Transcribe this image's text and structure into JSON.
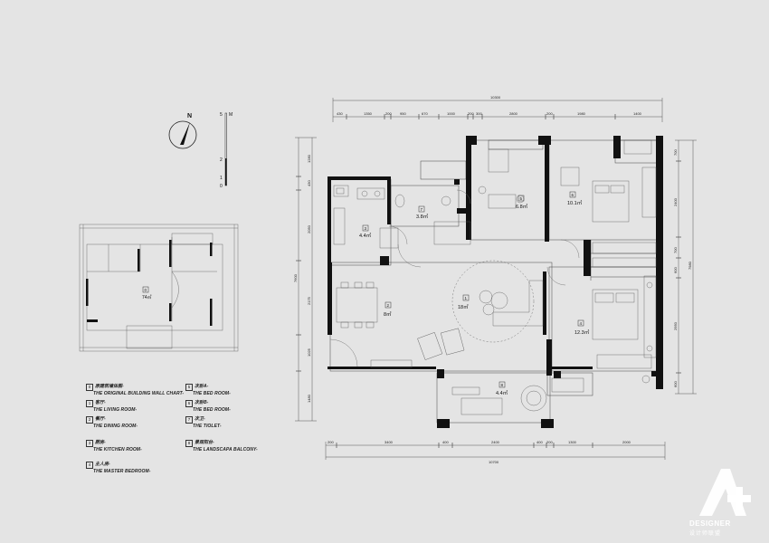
{
  "dimensions": {
    "top_total": "10300",
    "top_segments": [
      "430",
      "1350",
      "200",
      "950",
      "670",
      "1000",
      "200",
      "300",
      "2800",
      "200",
      "1980",
      "1400"
    ],
    "bottom_total": "10700",
    "bottom_segments": [
      "200",
      "3400",
      "400",
      "2400",
      "400",
      "200",
      "1300",
      "2000"
    ],
    "left_total": "7600",
    "left_segments": [
      "1280",
      "430",
      "2050",
      "2175",
      "1025",
      "1480"
    ],
    "right_total": "7980",
    "right_segments": [
      "700",
      "2400",
      "700",
      "600",
      "2950",
      "600"
    ]
  },
  "scale": {
    "labels": [
      "5",
      "2",
      "1",
      "0"
    ],
    "unit": "M"
  },
  "compass": {
    "label": "N"
  },
  "rooms": [
    {
      "num": "1",
      "area": "18㎡"
    },
    {
      "num": "2",
      "area": "8㎡"
    },
    {
      "num": "3",
      "area": "4.4㎡"
    },
    {
      "num": "4",
      "area": "12.3㎡"
    },
    {
      "num": "5",
      "area": "6.8㎡"
    },
    {
      "num": "6",
      "area": "10.1㎡"
    },
    {
      "num": "7",
      "area": "3.8㎡"
    },
    {
      "num": "8",
      "area": "4.4㎡"
    }
  ],
  "original_plan": {
    "num": "0",
    "area": "74㎡"
  },
  "legend": [
    {
      "num": "0",
      "zh": "原建筑墙体图-",
      "en": "THE ORIGINAL BUILDING WALL CHART-"
    },
    {
      "num": "1",
      "zh": "客厅-",
      "en": "THE LIVING ROOM-"
    },
    {
      "num": "2",
      "zh": "餐厅-",
      "en": "THE DINING ROOM-"
    },
    {
      "num": "3",
      "zh": "厨房-",
      "en": "THE KITCHEN ROOM-"
    },
    {
      "num": "4",
      "zh": "主人房-",
      "en": "THE MASTER BEDROOM-"
    },
    {
      "num": "5",
      "zh": "次卧A-",
      "en": "THE BED ROOM-"
    },
    {
      "num": "6",
      "zh": "次卧B-",
      "en": "THE BED ROOM-"
    },
    {
      "num": "7",
      "zh": "次卫-",
      "en": "THE TIOLET-"
    },
    {
      "num": "8",
      "zh": "景观阳台-",
      "en": "THE LANDSCAPA BALCONY-"
    }
  ],
  "logo": {
    "mark": "A+",
    "name": "DESIGNER",
    "sub": "设计师联盟"
  }
}
